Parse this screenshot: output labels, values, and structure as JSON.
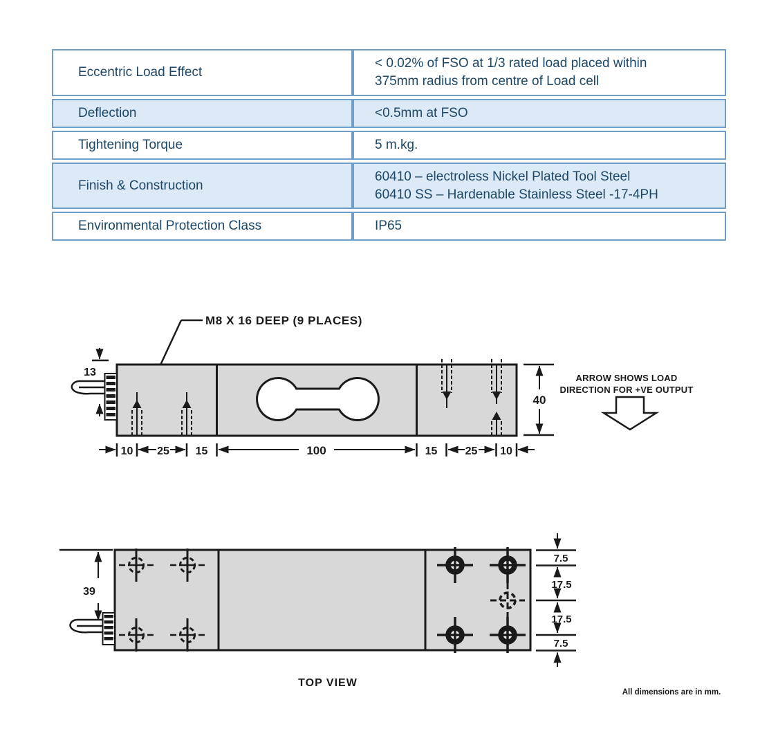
{
  "colors": {
    "table_border": "#6f9fc9",
    "table_text": "#1c4766",
    "row_shaded_bg": "#dce9f6",
    "drawing_line": "#1a1a1a",
    "drawing_fill": "#d8d8d8"
  },
  "spec_table": {
    "rows": [
      {
        "label": "Eccentric Load Effect",
        "value": "< 0.02% of FSO at 1/3 rated load placed within\n375mm radius from centre of Load cell",
        "shaded": false
      },
      {
        "label": "Deflection",
        "value": "<0.5mm at FSO",
        "shaded": true
      },
      {
        "label": "Tightening Torque",
        "value": "5 m.kg.",
        "shaded": false
      },
      {
        "label": "Finish & Construction",
        "value": "60410 – electroless Nickel Plated Tool Steel\n60410 SS – Hardenable Stainless Steel -17-4PH",
        "shaded": true
      },
      {
        "label": "Environmental Protection Class",
        "value": "IP65",
        "shaded": false
      }
    ]
  },
  "side_view": {
    "callout": "M8 X 16 DEEP (9 PLACES)",
    "cable_dim": "13",
    "height_dim": "40",
    "width_dims": [
      "10",
      "25",
      "15",
      "100",
      "15",
      "25",
      "10"
    ],
    "load_note_line1": "ARROW SHOWS LOAD",
    "load_note_line2": "DIRECTION FOR +VE OUTPUT"
  },
  "top_view": {
    "width_dim": "39",
    "vertical_dims": [
      "7.5",
      "17.5",
      "17.5",
      "7.5"
    ],
    "caption": "TOP VIEW",
    "units_note": "All dimensions are in mm."
  }
}
